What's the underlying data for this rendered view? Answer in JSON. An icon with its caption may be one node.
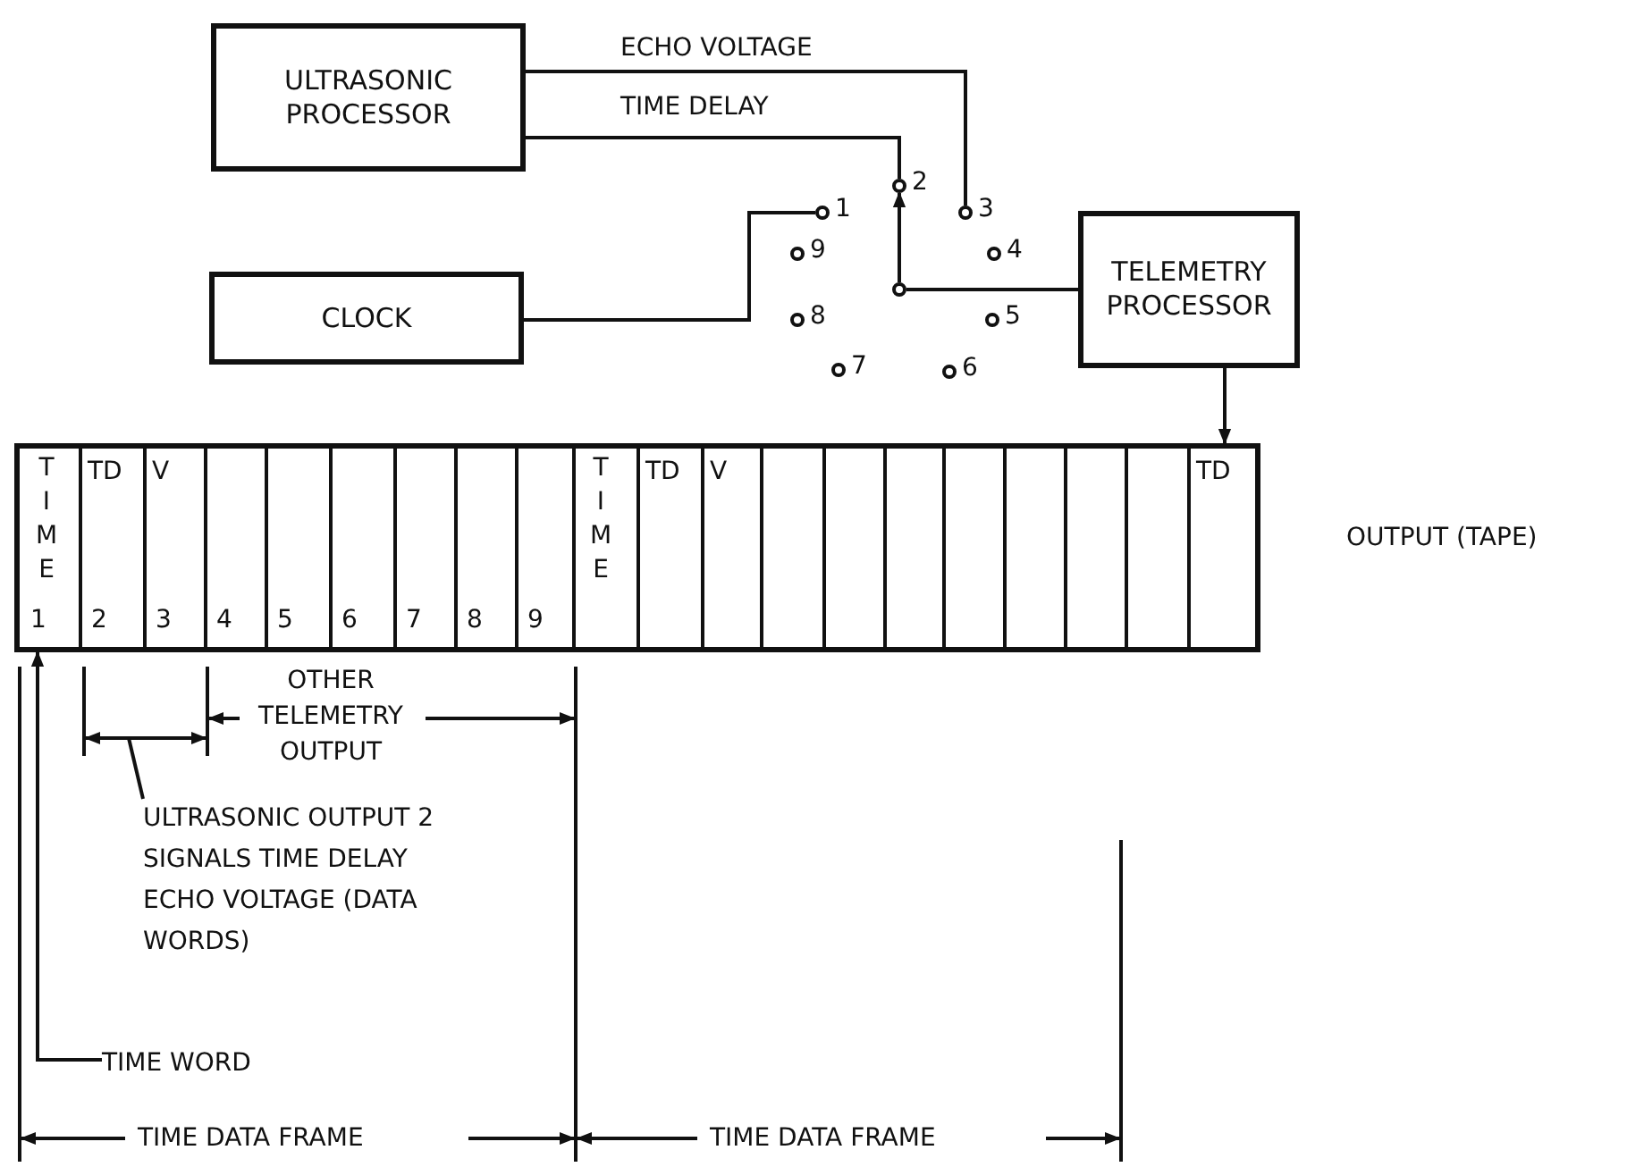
{
  "diagram": {
    "nodes": [
      {
        "text": [
          "ULTRASONIC PROCESSOR"
        ]
      },
      {
        "text": [
          "CLOCK"
        ]
      },
      {
        "text": [
          "TELEMETRY PROCESSOR"
        ]
      },
      {
        "text": [],
        "shape": "circle",
        "beside": [
          "1"
        ]
      },
      {
        "text": [],
        "shape": "circle",
        "beside": [
          "2"
        ]
      },
      {
        "text": [],
        "shape": "circle",
        "beside": [
          "3"
        ]
      },
      {
        "text": [],
        "shape": "circle",
        "beside": [
          "4"
        ]
      },
      {
        "text": [],
        "shape": "circle",
        "beside": [
          "5"
        ]
      },
      {
        "text": [],
        "shape": "circle",
        "beside": [
          "6"
        ]
      },
      {
        "text": [],
        "shape": "circle",
        "beside": [
          "7"
        ]
      },
      {
        "text": [],
        "shape": "circle",
        "beside": [
          "8"
        ]
      },
      {
        "text": [],
        "shape": "circle",
        "beside": [
          "9"
        ]
      },
      {
        "text": [],
        "shape": "circle"
      },
      {
        "text": [],
        "shape": "box",
        "beside": [
          "OUTPUT (TAPE)"
        ]
      },
      {
        "text": [
          "TIME",
          "1"
        ],
        "in": 13
      },
      {
        "text": [
          "TD",
          "2"
        ],
        "in": 13
      },
      {
        "text": [
          "V",
          "3"
        ],
        "in": 13
      },
      {
        "text": [
          "4"
        ],
        "in": 13
      },
      {
        "text": [
          "5"
        ],
        "in": 13
      },
      {
        "text": [
          "6"
        ],
        "in": 13
      },
      {
        "text": [
          "7"
        ],
        "in": 13
      },
      {
        "text": [
          "8"
        ],
        "in": 13
      },
      {
        "text": [
          "9"
        ],
        "in": 13
      },
      {
        "text": [
          "TIME"
        ],
        "in": 13
      },
      {
        "text": [
          "TD"
        ],
        "in": 13
      },
      {
        "text": [
          "V"
        ],
        "in": 13
      },
      {
        "text": [],
        "shape": "box",
        "in": 13
      },
      {
        "text": [],
        "shape": "box",
        "in": 13
      },
      {
        "text": [],
        "shape": "box",
        "in": 13
      },
      {
        "text": [],
        "shape": "box",
        "in": 13
      },
      {
        "text": [],
        "shape": "box",
        "in": 13
      },
      {
        "text": [],
        "shape": "box",
        "in": 13
      },
      {
        "text": [],
        "shape": "box",
        "in": 13
      },
      {
        "text": [
          "TD"
        ],
        "in": 13
      },
      {
        "text": [
          "ULTRASONIC OUTPUT 2 SIGNALS TIME DELAY ECHO VOLTAGE (DATA WORDS)"
        ]
      },
      {
        "text": [
          "TIME WORD"
        ]
      }
    ],
    "edges": [
      {
        "from": 0,
        "to": 5,
        "arrow": "none",
        "label": "ECHO VOLTAGE"
      },
      {
        "from": 0,
        "to": 4,
        "arrow": "none",
        "label": "TIME DELAY"
      },
      {
        "from": 1,
        "to": 3,
        "arrow": "none"
      },
      {
        "from": 12,
        "to": 4,
        "arrow": "to"
      },
      {
        "from": 12,
        "to": 2,
        "arrow": "none"
      },
      {
        "from": 2,
        "to": 33,
        "arrow": "to"
      },
      {
        "from": 35,
        "to": 14,
        "arrow": "to"
      },
      {
        "from": 34,
        "to": null,
        "arrow": "none"
      }
    ],
    "labels": [
      "OTHER TELEMETRY OUTPUT",
      "TIME DATA FRAME",
      "TIME DATA FRAME"
    ]
  }
}
